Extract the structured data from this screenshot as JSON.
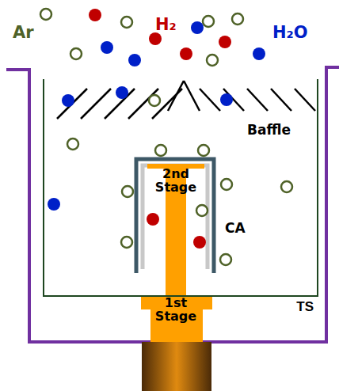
{
  "diagram": {
    "nodes": [
      {
        "text": [
          "TS"
        ]
      }
    ],
    "labels": [
      "Ar",
      "H₂",
      "H₂O",
      "Baffle",
      "2nd Stage",
      "CA",
      "1st Stage"
    ]
  }
}
